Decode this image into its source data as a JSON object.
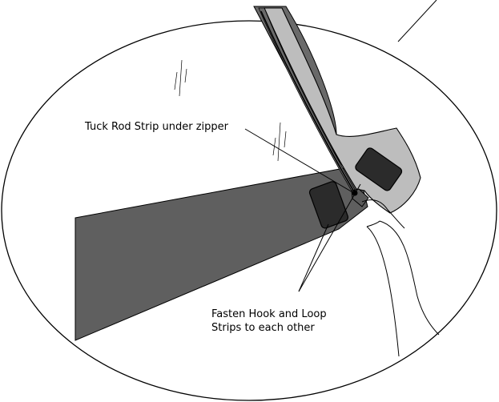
{
  "labels": {
    "tuck_rod": "Tuck Rod Strip under zipper",
    "fasten_line1": "Fasten Hook and Loop",
    "fasten_line2": "Strips to each other"
  },
  "colors": {
    "outline": "#000000",
    "panel_dark": "#5f5f5f",
    "frame_dark": "#6a6a6a",
    "frame_light": "#bdbdbd",
    "pad_black": "#2b2b2b",
    "background": "#ffffff"
  }
}
